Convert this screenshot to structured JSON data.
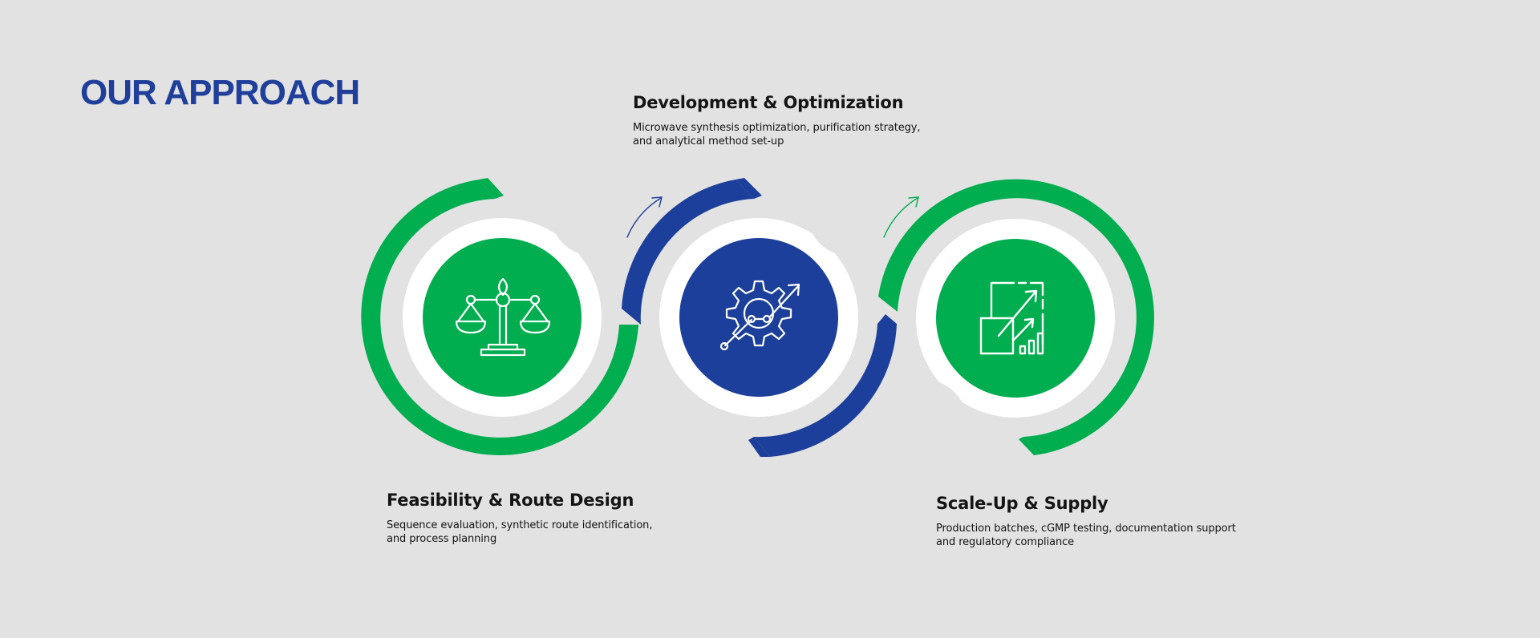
{
  "page": {
    "title": "OUR APPROACH"
  },
  "colors": {
    "background": "#e2e2e2",
    "title_blue": "#1f3f9a",
    "green": "#00ad4f",
    "blue": "#1c3f9b",
    "white": "#ffffff"
  },
  "steps": [
    {
      "heading": "Feasibility & Route Design",
      "description": "Sequence evaluation, synthetic route identification,\nand process planning",
      "icon": "balance-scale-icon",
      "color": "green"
    },
    {
      "heading": "Development & Optimization",
      "description": "Microwave synthesis optimization, purification strategy,\nand analytical method set-up",
      "icon": "gear-optimization-icon",
      "color": "blue"
    },
    {
      "heading": "Scale-Up & Supply",
      "description": "Production batches, cGMP testing, documentation support\nand regulatory compliance",
      "icon": "scale-up-growth-icon",
      "color": "green"
    }
  ],
  "connectors": [
    {
      "icon": "arrow-up-right-icon",
      "color": "blue"
    },
    {
      "icon": "arrow-up-right-icon",
      "color": "green"
    }
  ]
}
